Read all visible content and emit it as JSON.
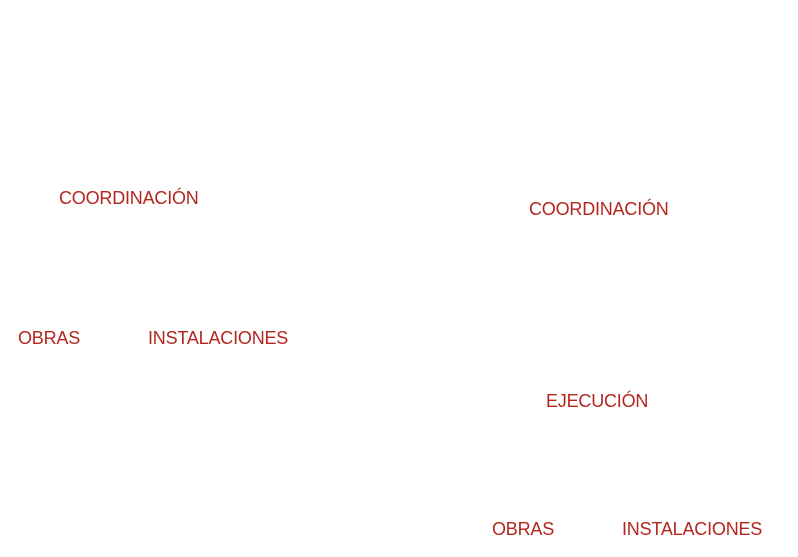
{
  "left_diagram": {
    "coordination_label": "COORDINACIÓN",
    "works_label": "OBRAS",
    "installations_label": "INSTALACIONES"
  },
  "right_diagram": {
    "coordination_label": "COORDINACIÓN",
    "execution_label": "EJECUCIÓN",
    "works_label": "OBRAS",
    "installations_label": "INSTALACIONES"
  },
  "colors": {
    "label_text": "#b3261e",
    "background": "#ffffff"
  }
}
